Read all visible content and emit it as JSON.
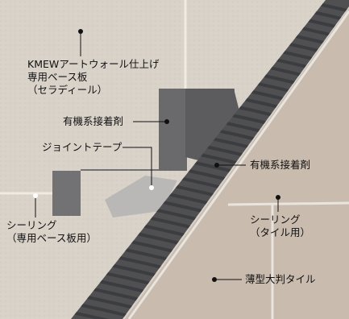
{
  "labels": {
    "base_board": "KMEWアートウォール仕上げ\n専用ベース板\n（セラディール）",
    "adhesive_upper": "有機系接着剤",
    "joint_tape": "ジョイントテープ",
    "adhesive_lower": "有機系接着剤",
    "sealing_base": "シーリング\n（専用ベース板用）",
    "sealing_tile": "シーリング\n（タイル用）",
    "thin_tile": "薄型大判タイル"
  },
  "colors": {
    "base_board": "#d9d2c9",
    "joint_tape": "#6e6e70",
    "adhesive": "#505052",
    "adhesive_ribs": "#3c3d40",
    "tile": "#c9bcaf",
    "sealing": "#e8e4de",
    "leader": "#111111"
  }
}
